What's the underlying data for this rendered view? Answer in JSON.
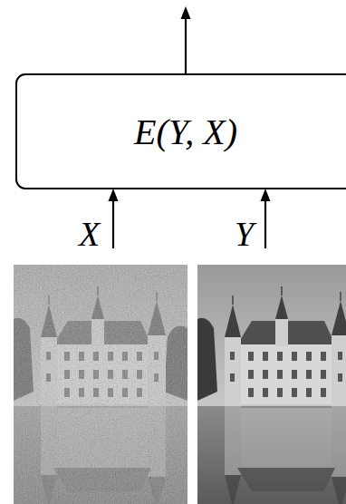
{
  "diagram": {
    "nodes": [
      {
        "text": [
          "E(Y, X)"
        ]
      }
    ],
    "labels": [
      "X",
      "Y"
    ]
  }
}
